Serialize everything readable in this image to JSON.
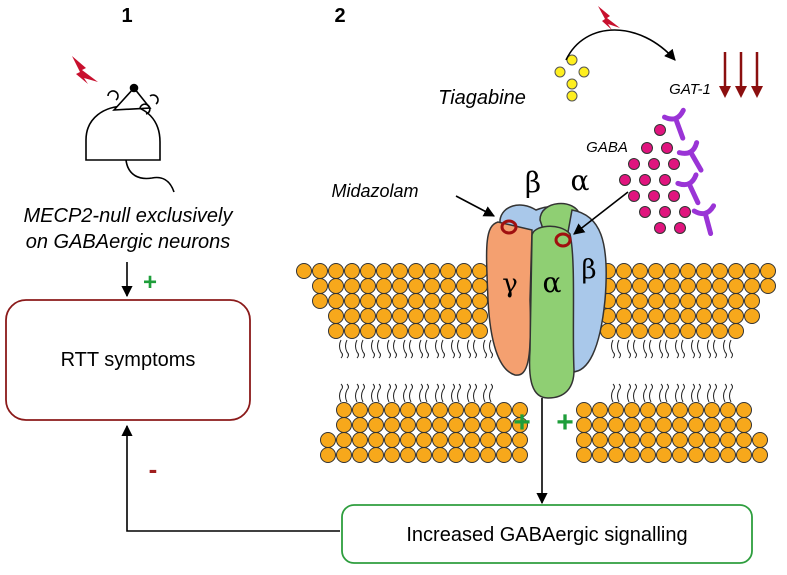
{
  "panels": {
    "left_number": "1",
    "right_number": "2"
  },
  "mouse_caption": {
    "line1": "MECP2-null exclusively",
    "line2": "on GABAergic neurons"
  },
  "rtt_box": {
    "label": "RTT symptoms"
  },
  "gaba_box": {
    "label": "Increased GABAergic signalling"
  },
  "signs": {
    "top_plus": "+",
    "feedback_minus": "-",
    "channel_plus_left": "+",
    "channel_plus_right": "+"
  },
  "drugs": {
    "tiagabine": "Tiagabine",
    "gat1": "GAT-1",
    "gaba": "GABA",
    "midazolam": "Midazolam"
  },
  "subunits": {
    "beta_top": "β",
    "alpha_top": "α",
    "gamma": "γ",
    "alpha_front": "α",
    "beta_right": "β"
  },
  "colors": {
    "rtt_border": "#8b1a1a",
    "gaba_border": "#2e9e3e",
    "plus": "#1e9e3a",
    "minus": "#a01e1e",
    "lipid": "#f7a81b",
    "lipid_outline": "#333333",
    "gamma": "#f4a070",
    "alpha": "#8fcf73",
    "beta": "#a9c8ea",
    "gaba_dot": "#e0157e",
    "tiagabine_dot": "#ffef1f",
    "receptor": "#9a34d6",
    "down_arrow": "#8b0f0f",
    "lightning": "#c8102e",
    "binding_ring": "#a01010"
  },
  "icons": [
    "lightning-bolt-icon",
    "mouse-icon",
    "gat1-down-arrows-icon",
    "gaba-receptor-icon"
  ]
}
